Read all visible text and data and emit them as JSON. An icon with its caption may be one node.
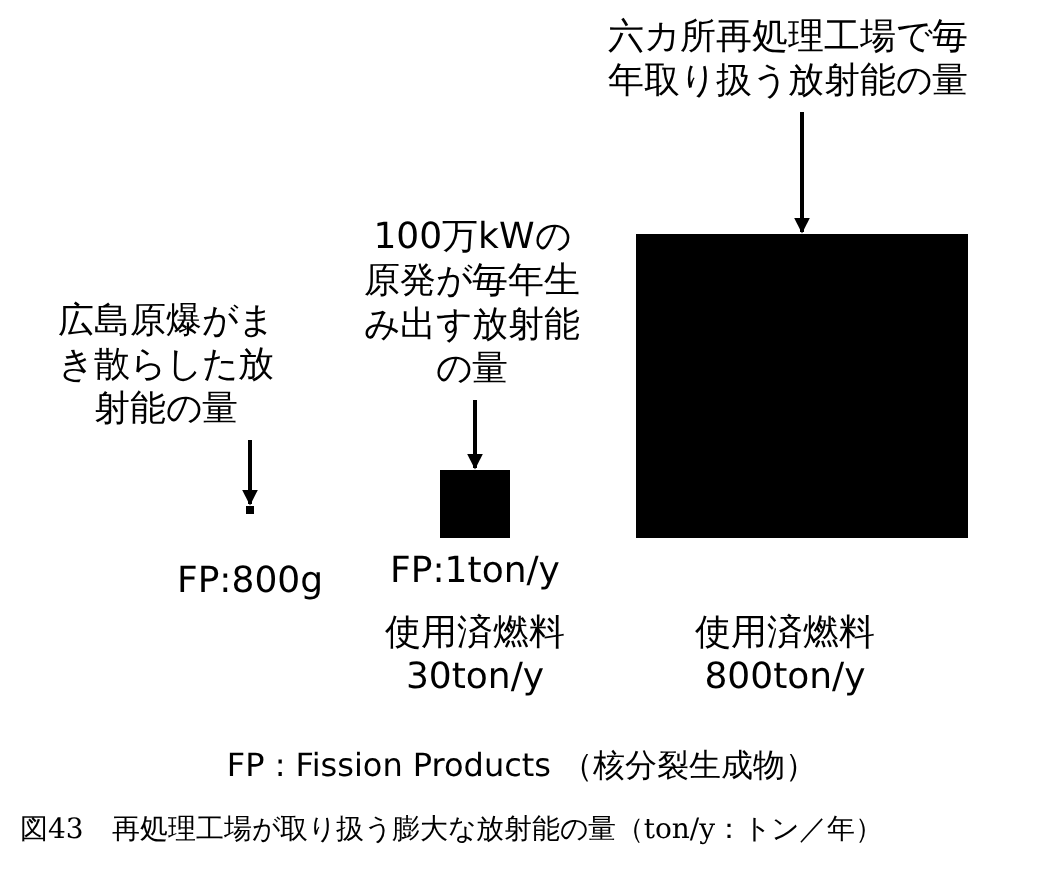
{
  "diagram": {
    "caption": "図43　再処理工場が取り扱う膨大な放射能の量（ton/y：トン／年）",
    "nodes": [
      {
        "text": [
          "広島原爆がまき散らした放射能の量"
        ]
      },
      {
        "text": [],
        "shape": "box",
        "beside": [
          "FP:800g"
        ]
      },
      {
        "text": [
          "100万kWの原発が毎年生み出す放射能の量"
        ]
      },
      {
        "text": [],
        "shape": "box",
        "beside": [
          "FP:1ton/y",
          "使用済燃料30ton/y"
        ]
      },
      {
        "text": [
          "六カ所再処理工場で毎年取り扱う放射能の量"
        ]
      },
      {
        "text": [],
        "shape": "box",
        "beside": [
          "使用済燃料800ton/y"
        ]
      }
    ],
    "edges": [
      {
        "from": 0,
        "to": 1,
        "arrow": "to"
      },
      {
        "from": 2,
        "to": 3,
        "arrow": "to"
      },
      {
        "from": 4,
        "to": 5,
        "arrow": "to"
      }
    ],
    "labels": [
      "FP : Fission Products （核分裂生成物）"
    ]
  }
}
